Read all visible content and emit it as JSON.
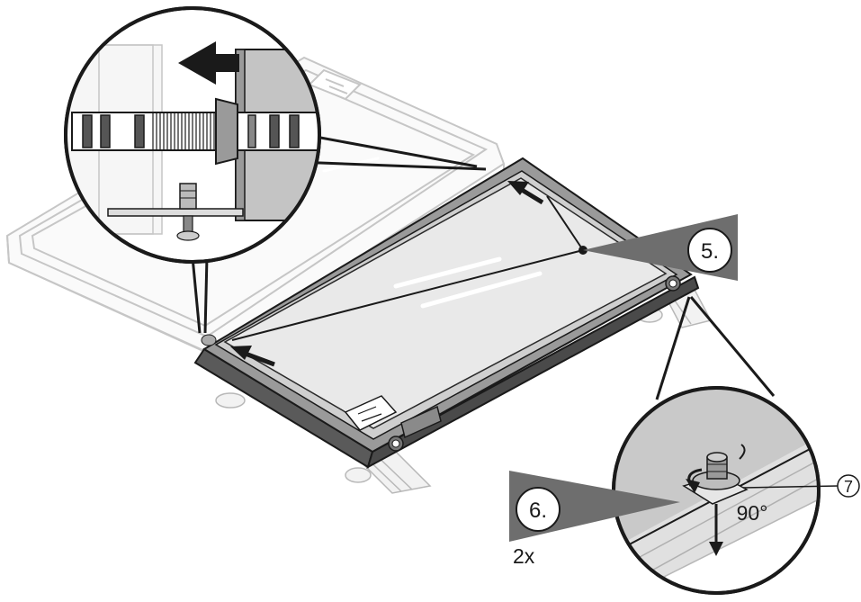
{
  "steps": {
    "step5": {
      "label": "5."
    },
    "step6": {
      "label": "6.",
      "multiplier": "2x"
    }
  },
  "callouts": {
    "item7": {
      "label": "7"
    },
    "angle": {
      "label": "90°"
    }
  },
  "colors": {
    "line": "#1a1a1a",
    "panel_gray": "#9a9a9a",
    "glass": "#e9e9e9",
    "ghost": "#c8c8c8",
    "wedge": "#6e6e6e",
    "zoom_fill": "#d5d5d5"
  }
}
